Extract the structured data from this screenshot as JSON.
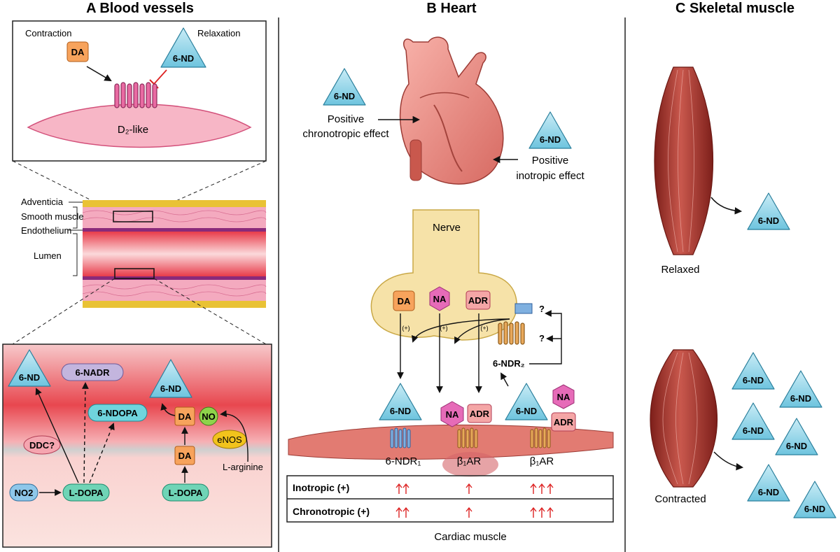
{
  "panels": {
    "a_title": "A  Blood vessels",
    "b_title": "B  Heart",
    "c_title": "C  Skeletal muscle"
  },
  "panel_a": {
    "contraction": "Contraction",
    "relaxation": "Relaxation",
    "da": "DA",
    "six_nd": "6-ND",
    "d2_like": "D₂-like",
    "layers": [
      "Adventicia",
      "Smooth muscle",
      "Endothelium",
      "Lumen"
    ],
    "bottom": {
      "six_nd_left": "6-ND",
      "six_nadr": "6-NADR",
      "six_ndopa": "6-NDOPA",
      "six_nd_right": "6-ND",
      "da_top": "DA",
      "no": "NO",
      "enos": "eNOS",
      "ddc": "DDC?",
      "da_bottom": "DA",
      "l_arginine": "L-arginine",
      "no2": "NO2",
      "l_dopa_left": "L-DOPA",
      "l_dopa_right": "L-DOPA"
    }
  },
  "panel_b": {
    "six_nd_1": "6-ND",
    "chrono_line1": "Positive",
    "chrono_line2": "chronotropic effect",
    "six_nd_2": "6-ND",
    "ino_line1": "Positive",
    "ino_line2": "inotropic effect",
    "nerve": "Nerve",
    "da": "DA",
    "na": "NA",
    "adr": "ADR",
    "plus": "(+)",
    "q1": "?",
    "q2": "?",
    "ndr2": "6-NDR₂",
    "six_nd_3": "6-ND",
    "na2": "NA",
    "adr2": "ADR",
    "six_nd_4": "6-ND",
    "na3": "NA",
    "adr3": "ADR",
    "ndr1": "6-NDR₁",
    "b1ar_1": "β₁AR",
    "b1ar_2": "β₁AR",
    "inotropic": "Inotropic (+)",
    "chronotropic": "Chronotropic (+)",
    "cardiac": "Cardiac muscle"
  },
  "panel_c": {
    "relaxed": "Relaxed",
    "contracted": "Contracted",
    "six_nd": "6-ND"
  },
  "colors": {
    "triangle_fill": "#8fd3e8",
    "da_fill": "#f7a35c",
    "na_fill": "#e66bb8",
    "adr_fill": "#f4a6a6",
    "teal_pill": "#6fd4c2",
    "muscle_red": "#b5403a",
    "vessel_pink": "#f2a4b8"
  }
}
